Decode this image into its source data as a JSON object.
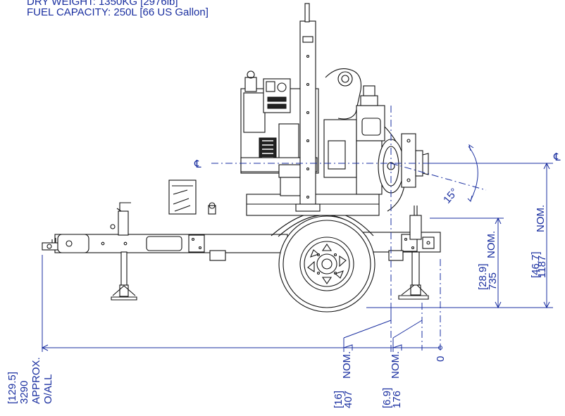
{
  "header": {
    "dry_weight": "DRY WEIGHT: 1350KG [2976lb]",
    "fuel_capacity": "FUEL CAPACITY: 250L [66 US Gallon]"
  },
  "dimensions": {
    "centerline_left": "℄",
    "centerline_right": "℄",
    "angle": "15°",
    "height_1187_bracket": "[46.7]",
    "height_1187_value": "1187",
    "height_1187_nom": "NOM.",
    "height_735_bracket": "[28.9]",
    "height_735_value": "735",
    "height_735_nom": "NOM.",
    "overall_bracket": "[129.5]",
    "overall_value": "3290",
    "overall_approx": "APPROX.",
    "overall_oall": "O/ALL",
    "suction_bracket": "[16]",
    "suction_value": "407",
    "suction_nom": "NOM.",
    "discharge_bracket": "[6.9]",
    "discharge_value": "176",
    "discharge_nom": "NOM.",
    "zero": "0"
  },
  "colors": {
    "dimension_blue": "#1a2fa0",
    "ink": "#111111"
  }
}
